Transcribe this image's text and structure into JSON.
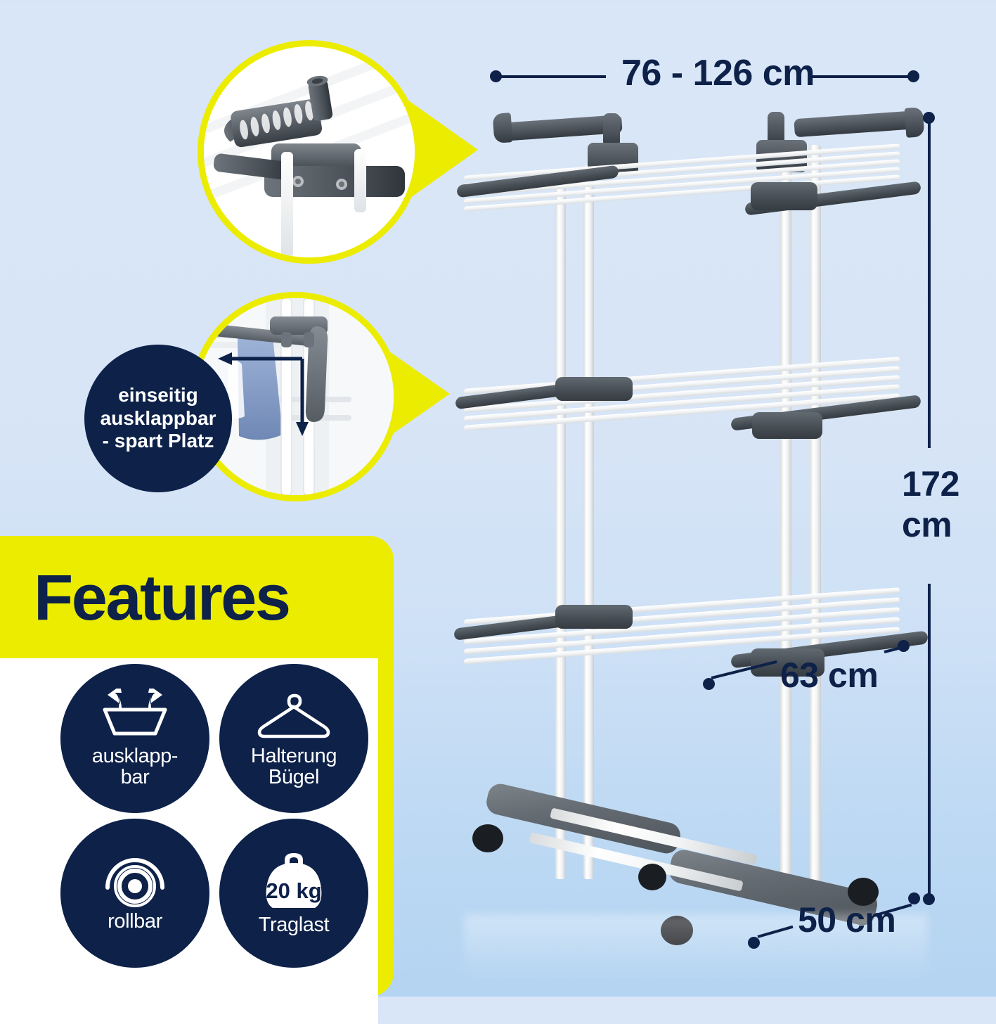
{
  "theme": {
    "navy": "#0d2149",
    "yellow": "#ecec00",
    "white": "#ffffff",
    "bg_top": "#d9e6f7",
    "bg_bottom": "#b3d4f2"
  },
  "dimensions": {
    "width_top": "76 - 126 cm",
    "height": "172\ncm",
    "depth_shelf": "63 cm",
    "base_depth": "50 cm"
  },
  "callouts": [
    {
      "name": "hanger-holder-detail",
      "caption": ""
    },
    {
      "name": "one-sided-folding-detail",
      "caption": ""
    }
  ],
  "badge": {
    "text": "einseitig\nausklappbar\n- spart Platz"
  },
  "features": {
    "title": "Features",
    "items": [
      {
        "icon": "foldable-arrows-icon",
        "label": "ausklapp-\nbar"
      },
      {
        "icon": "coat-hanger-icon",
        "label": "Halterung\nBügel"
      },
      {
        "icon": "caster-wheel-icon",
        "label": "rollbar"
      },
      {
        "icon": "weight-icon",
        "label": "Traglast",
        "value": "20 kg"
      }
    ]
  },
  "product": {
    "name": "three-tier-rolling-clothes-drying-rack",
    "tiers": 3
  }
}
